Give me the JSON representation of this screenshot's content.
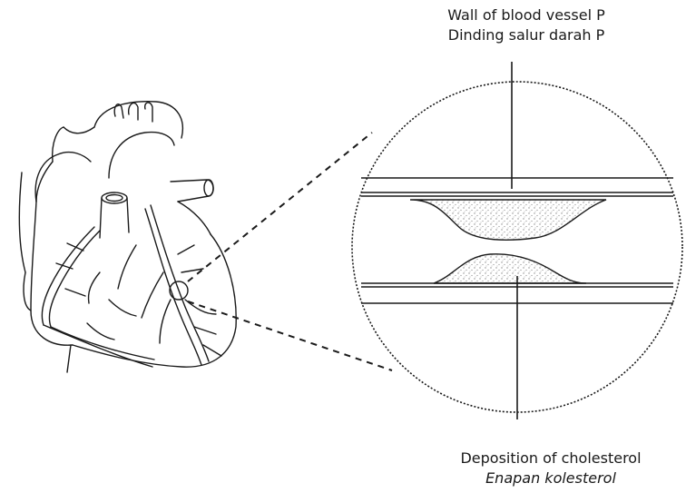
{
  "labels": {
    "wall_en": "Wall of blood vessel P",
    "wall_ms": "Dinding salur darah P",
    "deposit_en": "Deposition of cholesterol",
    "deposit_ms": "Enapan kolesterol"
  },
  "colors": {
    "ink": "#1a1a1a",
    "stipple": "#9a9a9a"
  }
}
